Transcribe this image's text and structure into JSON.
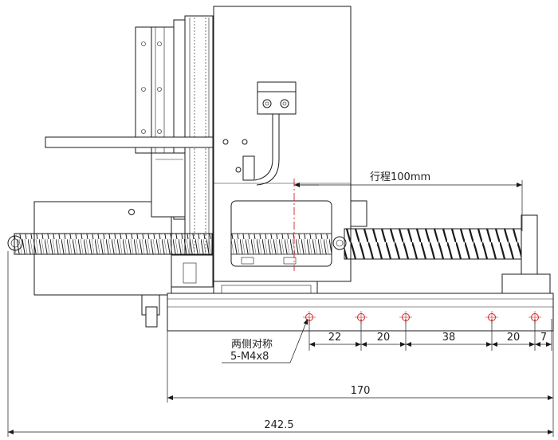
{
  "labels": {
    "stroke": "行程100mm",
    "holes_note_line1": "两侧对称",
    "holes_note_line2": "5-M4x8"
  },
  "dimensions": {
    "d1": "22",
    "d2": "20",
    "d3": "38",
    "d4": "20",
    "d5": "7",
    "rail_length": "170",
    "overall_length": "242.5"
  },
  "colors": {
    "lines": "#1a1a1a",
    "holes": "#d22222"
  }
}
